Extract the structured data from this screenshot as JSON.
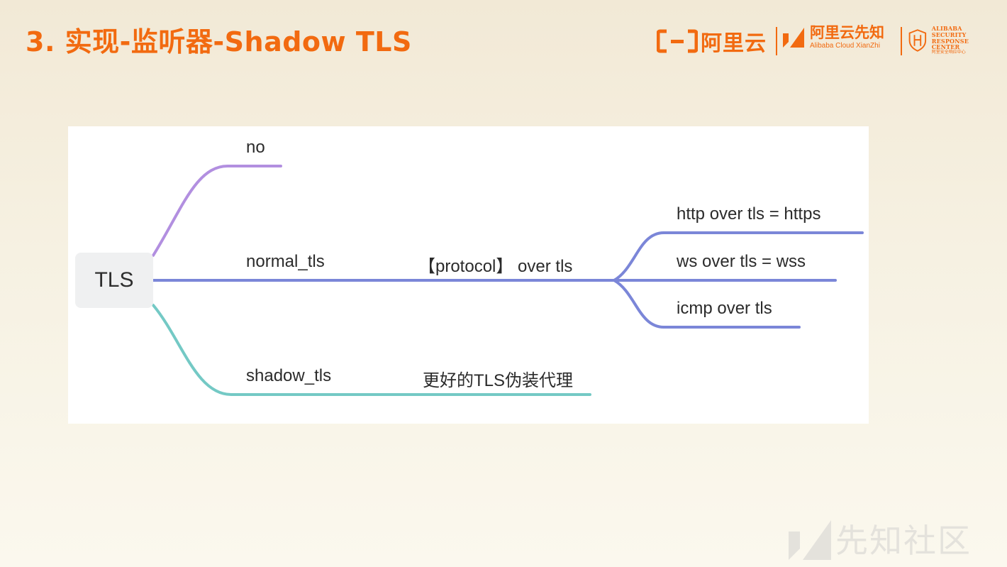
{
  "slide": {
    "title": "3. 实现-监听器-Shadow TLS"
  },
  "logos": {
    "aliyun": "阿里云",
    "xianzhi_cn": "阿里云先知",
    "xianzhi_en": "Alibaba Cloud XianZhi",
    "asrc_line1": "ALIBABA SECURITY",
    "asrc_line2": "RESPONSE CENTER",
    "asrc_cn": "阿里安全响应中心"
  },
  "mindmap": {
    "root": "TLS",
    "branches": {
      "no": {
        "label": "no",
        "color": "#b28fe0"
      },
      "normal": {
        "label": "normal_tls",
        "sub": "【protocol】 over tls",
        "color": "#7b86d8",
        "children": [
          "http over tls = https",
          "ws over tls = wss",
          "icmp over tls"
        ]
      },
      "shadow": {
        "label": "shadow_tls",
        "sub": "更好的TLS伪装代理",
        "color": "#74c9c5"
      }
    }
  },
  "watermark": {
    "text": "先知社区"
  }
}
